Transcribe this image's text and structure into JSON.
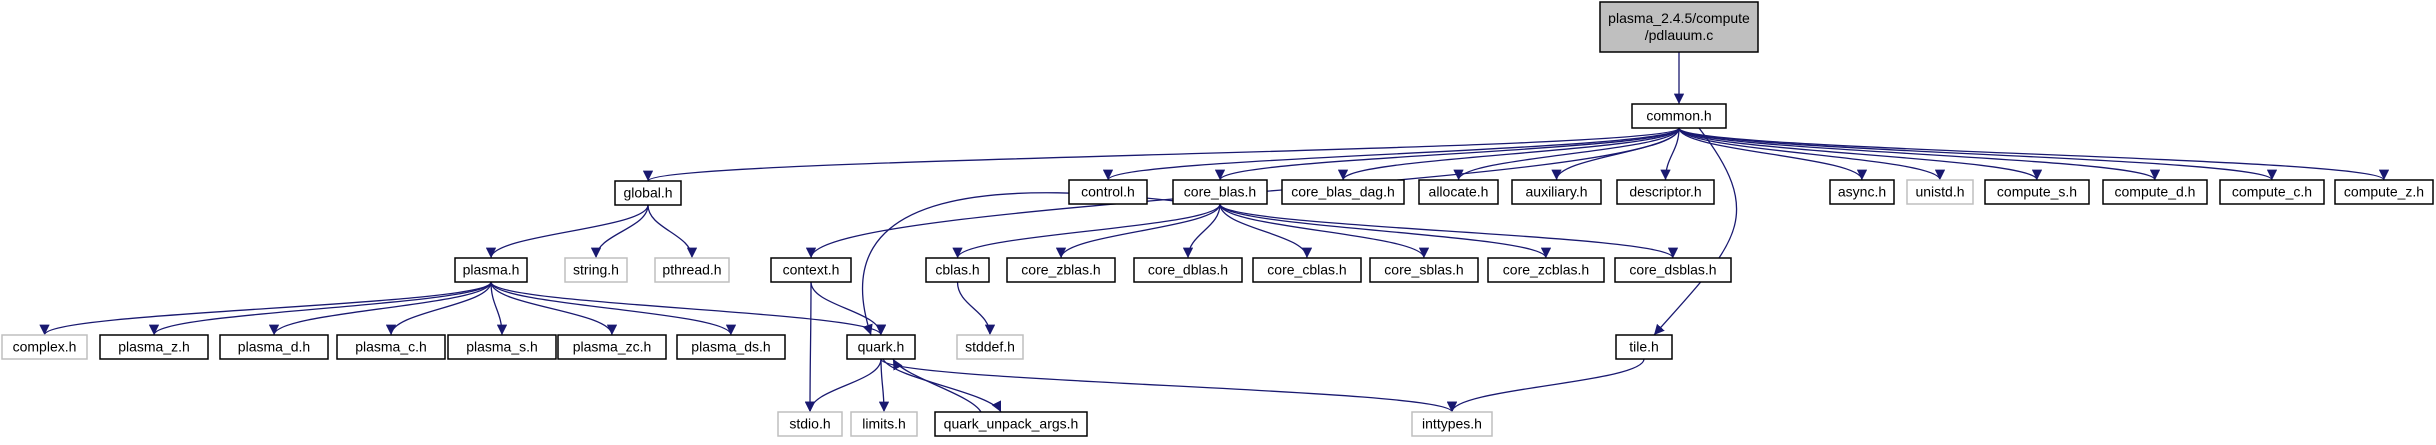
{
  "colors": {
    "root_fill": "#bfbfbf",
    "node_border": "#000000",
    "external_border": "#bfbfbf",
    "edge": "#191970"
  },
  "nodes": [
    {
      "id": "root",
      "lines": [
        "plasma_2.4.5/compute",
        "/pdlauum.c"
      ],
      "kind": "root"
    },
    {
      "id": "common",
      "lines": [
        "common.h"
      ],
      "kind": "internal"
    },
    {
      "id": "global",
      "lines": [
        "global.h"
      ],
      "kind": "internal"
    },
    {
      "id": "context",
      "lines": [
        "context.h"
      ],
      "kind": "internal"
    },
    {
      "id": "control",
      "lines": [
        "control.h"
      ],
      "kind": "internal"
    },
    {
      "id": "core_blas",
      "lines": [
        "core_blas.h"
      ],
      "kind": "internal"
    },
    {
      "id": "core_blas_dag",
      "lines": [
        "core_blas_dag.h"
      ],
      "kind": "internal"
    },
    {
      "id": "allocate",
      "lines": [
        "allocate.h"
      ],
      "kind": "internal"
    },
    {
      "id": "auxiliary",
      "lines": [
        "auxiliary.h"
      ],
      "kind": "internal"
    },
    {
      "id": "descriptor",
      "lines": [
        "descriptor.h"
      ],
      "kind": "internal"
    },
    {
      "id": "async",
      "lines": [
        "async.h"
      ],
      "kind": "internal"
    },
    {
      "id": "unistd",
      "lines": [
        "unistd.h"
      ],
      "kind": "external"
    },
    {
      "id": "compute_s",
      "lines": [
        "compute_s.h"
      ],
      "kind": "internal"
    },
    {
      "id": "compute_d",
      "lines": [
        "compute_d.h"
      ],
      "kind": "internal"
    },
    {
      "id": "compute_c",
      "lines": [
        "compute_c.h"
      ],
      "kind": "internal"
    },
    {
      "id": "compute_z",
      "lines": [
        "compute_z.h"
      ],
      "kind": "internal"
    },
    {
      "id": "plasma",
      "lines": [
        "plasma.h"
      ],
      "kind": "internal"
    },
    {
      "id": "string",
      "lines": [
        "string.h"
      ],
      "kind": "external"
    },
    {
      "id": "pthread",
      "lines": [
        "pthread.h"
      ],
      "kind": "external"
    },
    {
      "id": "cblas",
      "lines": [
        "cblas.h"
      ],
      "kind": "internal"
    },
    {
      "id": "core_zblas",
      "lines": [
        "core_zblas.h"
      ],
      "kind": "internal"
    },
    {
      "id": "core_dblas",
      "lines": [
        "core_dblas.h"
      ],
      "kind": "internal"
    },
    {
      "id": "core_cblas",
      "lines": [
        "core_cblas.h"
      ],
      "kind": "internal"
    },
    {
      "id": "core_sblas",
      "lines": [
        "core_sblas.h"
      ],
      "kind": "internal"
    },
    {
      "id": "core_zcblas",
      "lines": [
        "core_zcblas.h"
      ],
      "kind": "internal"
    },
    {
      "id": "core_dsblas",
      "lines": [
        "core_dsblas.h"
      ],
      "kind": "internal"
    },
    {
      "id": "tile",
      "lines": [
        "tile.h"
      ],
      "kind": "internal"
    },
    {
      "id": "complex",
      "lines": [
        "complex.h"
      ],
      "kind": "external"
    },
    {
      "id": "plasma_z",
      "lines": [
        "plasma_z.h"
      ],
      "kind": "internal"
    },
    {
      "id": "plasma_d",
      "lines": [
        "plasma_d.h"
      ],
      "kind": "internal"
    },
    {
      "id": "plasma_c",
      "lines": [
        "plasma_c.h"
      ],
      "kind": "internal"
    },
    {
      "id": "plasma_s",
      "lines": [
        "plasma_s.h"
      ],
      "kind": "internal"
    },
    {
      "id": "plasma_zc",
      "lines": [
        "plasma_zc.h"
      ],
      "kind": "internal"
    },
    {
      "id": "plasma_ds",
      "lines": [
        "plasma_ds.h"
      ],
      "kind": "internal"
    },
    {
      "id": "quark",
      "lines": [
        "quark.h"
      ],
      "kind": "internal"
    },
    {
      "id": "stddef",
      "lines": [
        "stddef.h"
      ],
      "kind": "external"
    },
    {
      "id": "stdio",
      "lines": [
        "stdio.h"
      ],
      "kind": "external"
    },
    {
      "id": "limits",
      "lines": [
        "limits.h"
      ],
      "kind": "external"
    },
    {
      "id": "quark_unpack",
      "lines": [
        "quark_unpack_args.h"
      ],
      "kind": "internal"
    },
    {
      "id": "inttypes",
      "lines": [
        "inttypes.h"
      ],
      "kind": "external"
    }
  ],
  "edges": [
    [
      "root",
      "common"
    ],
    [
      "common",
      "global"
    ],
    [
      "common",
      "context"
    ],
    [
      "common",
      "control"
    ],
    [
      "common",
      "core_blas"
    ],
    [
      "common",
      "core_blas_dag"
    ],
    [
      "common",
      "allocate"
    ],
    [
      "common",
      "auxiliary"
    ],
    [
      "common",
      "descriptor"
    ],
    [
      "common",
      "tile"
    ],
    [
      "common",
      "async"
    ],
    [
      "common",
      "unistd"
    ],
    [
      "common",
      "compute_s"
    ],
    [
      "common",
      "compute_d"
    ],
    [
      "common",
      "compute_c"
    ],
    [
      "common",
      "compute_z"
    ],
    [
      "global",
      "plasma"
    ],
    [
      "global",
      "string"
    ],
    [
      "global",
      "pthread"
    ],
    [
      "plasma",
      "complex"
    ],
    [
      "plasma",
      "plasma_z"
    ],
    [
      "plasma",
      "plasma_d"
    ],
    [
      "plasma",
      "plasma_c"
    ],
    [
      "plasma",
      "plasma_s"
    ],
    [
      "plasma",
      "plasma_zc"
    ],
    [
      "plasma",
      "plasma_ds"
    ],
    [
      "plasma",
      "quark"
    ],
    [
      "context",
      "quark"
    ],
    [
      "context",
      "stdio"
    ],
    [
      "core_blas",
      "cblas"
    ],
    [
      "core_blas",
      "core_zblas"
    ],
    [
      "core_blas",
      "core_dblas"
    ],
    [
      "core_blas",
      "core_cblas"
    ],
    [
      "core_blas",
      "core_sblas"
    ],
    [
      "core_blas",
      "core_zcblas"
    ],
    [
      "core_blas",
      "core_dsblas"
    ],
    [
      "core_blas",
      "quark"
    ],
    [
      "cblas",
      "stddef"
    ],
    [
      "quark",
      "stdio"
    ],
    [
      "quark",
      "limits"
    ],
    [
      "quark",
      "quark_unpack"
    ],
    [
      "quark",
      "inttypes"
    ],
    [
      "quark_unpack",
      "quark"
    ],
    [
      "tile",
      "inttypes"
    ]
  ]
}
